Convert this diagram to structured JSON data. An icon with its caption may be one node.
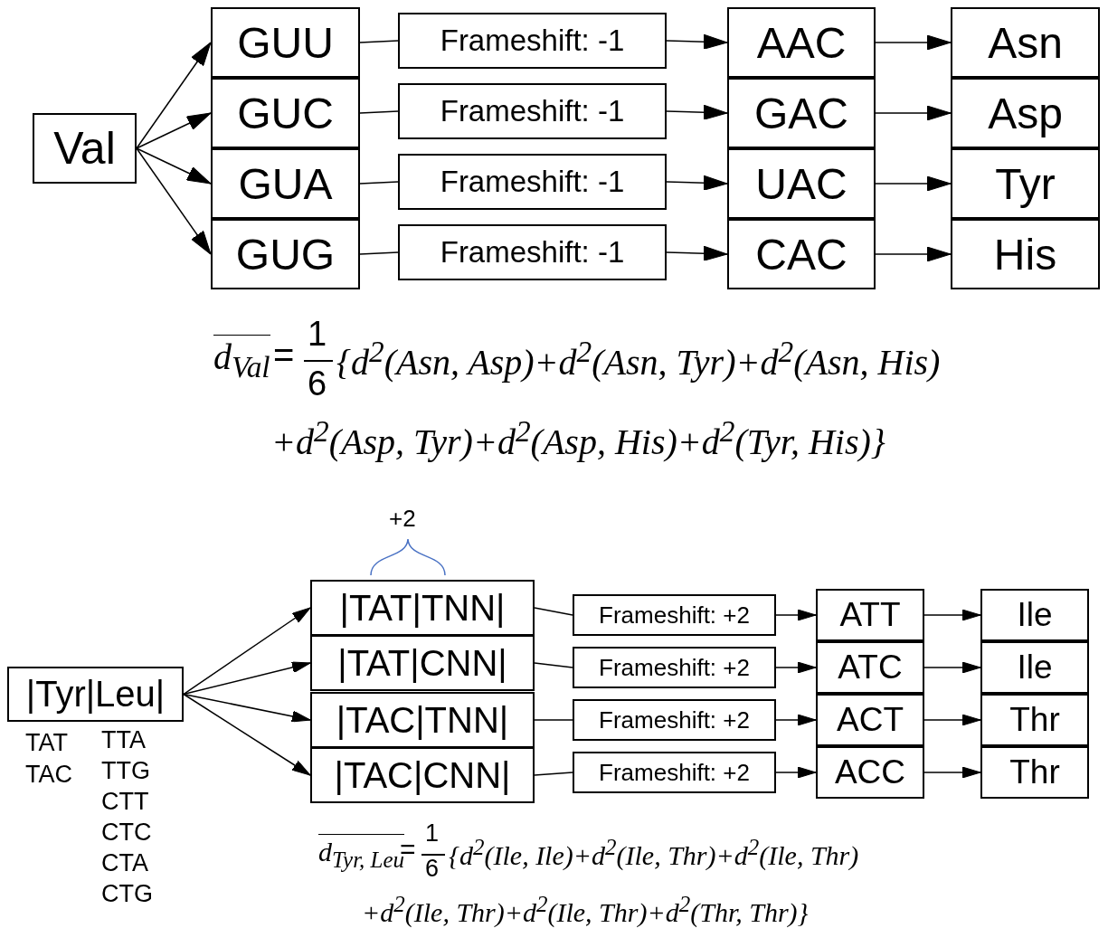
{
  "diagram": {
    "nodes": [
      {
        "text": [
          "Val"
        ]
      },
      {
        "text": [
          "GUU"
        ]
      },
      {
        "text": [
          "GUC"
        ]
      },
      {
        "text": [
          "GUA"
        ]
      },
      {
        "text": [
          "GUG"
        ]
      },
      {
        "text": [
          "Frameshift: -1"
        ]
      },
      {
        "text": [
          "Frameshift: -1"
        ]
      },
      {
        "text": [
          "Frameshift: -1"
        ]
      },
      {
        "text": [
          "Frameshift: -1"
        ]
      },
      {
        "text": [
          "AAC"
        ]
      },
      {
        "text": [
          "GAC"
        ]
      },
      {
        "text": [
          "UAC"
        ]
      },
      {
        "text": [
          "CAC"
        ]
      },
      {
        "text": [
          "Asn"
        ]
      },
      {
        "text": [
          "Asp"
        ]
      },
      {
        "text": [
          "Tyr"
        ]
      },
      {
        "text": [
          "His"
        ]
      },
      {
        "text": [
          "|Tyr|Leu|"
        ],
        "beside": [
          "TAT",
          "TAC",
          "TTA",
          "TTG",
          "CTT",
          "CTC",
          "CTA",
          "CTG"
        ]
      },
      {
        "text": [
          "|TAT|TNN|"
        ]
      },
      {
        "text": [
          "|TAT|CNN|"
        ]
      },
      {
        "text": [
          "|TAC|TNN|"
        ]
      },
      {
        "text": [
          "|TAC|CNN|"
        ]
      },
      {
        "text": [
          "Frameshift: +2"
        ]
      },
      {
        "text": [
          "Frameshift: +2"
        ]
      },
      {
        "text": [
          "Frameshift: +2"
        ]
      },
      {
        "text": [
          "Frameshift: +2"
        ]
      },
      {
        "text": [
          "ATT"
        ]
      },
      {
        "text": [
          "ATC"
        ]
      },
      {
        "text": [
          "ACT"
        ]
      },
      {
        "text": [
          "ACC"
        ]
      },
      {
        "text": [
          "Ile"
        ]
      },
      {
        "text": [
          "Ile"
        ]
      },
      {
        "text": [
          "Thr"
        ]
      },
      {
        "text": [
          "Thr"
        ]
      }
    ],
    "edges": [
      {
        "from": 0,
        "to": 1,
        "arrow": "to"
      },
      {
        "from": 0,
        "to": 2,
        "arrow": "to"
      },
      {
        "from": 0,
        "to": 3,
        "arrow": "to"
      },
      {
        "from": 0,
        "to": 4,
        "arrow": "to"
      },
      {
        "from": 1,
        "to": 5,
        "arrow": "none"
      },
      {
        "from": 2,
        "to": 6,
        "arrow": "none"
      },
      {
        "from": 3,
        "to": 7,
        "arrow": "none"
      },
      {
        "from": 4,
        "to": 8,
        "arrow": "none"
      },
      {
        "from": 5,
        "to": 9,
        "arrow": "to"
      },
      {
        "from": 6,
        "to": 10,
        "arrow": "to"
      },
      {
        "from": 7,
        "to": 11,
        "arrow": "to"
      },
      {
        "from": 8,
        "to": 12,
        "arrow": "to"
      },
      {
        "from": 9,
        "to": 13,
        "arrow": "to"
      },
      {
        "from": 10,
        "to": 14,
        "arrow": "to"
      },
      {
        "from": 11,
        "to": 15,
        "arrow": "to"
      },
      {
        "from": 12,
        "to": 16,
        "arrow": "to"
      },
      {
        "from": 17,
        "to": 18,
        "arrow": "to"
      },
      {
        "from": 17,
        "to": 19,
        "arrow": "to"
      },
      {
        "from": 17,
        "to": 20,
        "arrow": "to"
      },
      {
        "from": 17,
        "to": 21,
        "arrow": "to"
      },
      {
        "from": 18,
        "to": 22,
        "arrow": "none"
      },
      {
        "from": 19,
        "to": 23,
        "arrow": "none"
      },
      {
        "from": 20,
        "to": 24,
        "arrow": "none"
      },
      {
        "from": 21,
        "to": 25,
        "arrow": "none"
      },
      {
        "from": 22,
        "to": 26,
        "arrow": "to"
      },
      {
        "from": 23,
        "to": 27,
        "arrow": "to"
      },
      {
        "from": 24,
        "to": 28,
        "arrow": "to"
      },
      {
        "from": 25,
        "to": 29,
        "arrow": "to"
      },
      {
        "from": 26,
        "to": 30,
        "arrow": "to"
      },
      {
        "from": 27,
        "to": 31,
        "arrow": "to"
      },
      {
        "from": 28,
        "to": 32,
        "arrow": "to"
      },
      {
        "from": 29,
        "to": 33,
        "arrow": "to"
      }
    ],
    "labels": [
      "d$_{Val}$",
      "=",
      "1",
      "6",
      "{d$^{2}$(Asn, Asp)+d$^{2}$(Asn, Tyr)+d$^{2}$(Asn, His)",
      "+d$^{2}$(Asp, Tyr)+d$^{2}$(Asp, His)+d$^{2}$(Tyr, His)}",
      "+2",
      "d$_{Tyr, Leu}$",
      "=",
      "1",
      "6",
      "{d$^{2}$(Ile, Ile)+d$^{2}$(Ile, Thr)+d$^{2}$(Ile, Thr)",
      "+d$^{2}$(Ile, Thr)+d$^{2}$(Ile, Thr)+d$^{2}$(Thr, Thr)}"
    ]
  }
}
